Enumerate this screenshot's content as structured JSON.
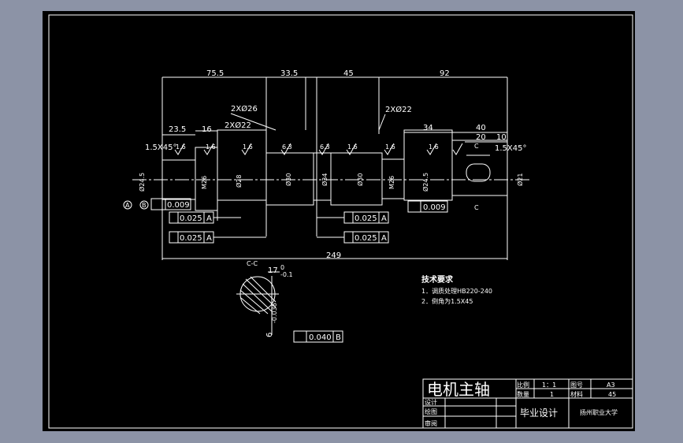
{
  "dims": {
    "d1": "75.5",
    "d2": "33.5",
    "d3": "45",
    "d4": "92",
    "d5": "23.5",
    "d6": "16",
    "d7": "34",
    "d8": "40",
    "d9": "20",
    "d10": "10",
    "total": "249",
    "sec_len": "17",
    "sec_tol_top": "0",
    "sec_tol_bot": "-0.1",
    "sec_v": "6",
    "sec_v_tol": "-0.036"
  },
  "labels": {
    "chamfer_left": "1.5X45°",
    "chamfer_right": "1.5X45°",
    "holes_26": "2XØ26",
    "holes_22a": "2XØ22",
    "holes_22b": "2XØ22",
    "dia_245a": "Ø24.5",
    "m26a": "M26",
    "dia_28": "Ø28",
    "dia_30a": "Ø30",
    "dia_34": "Ø34",
    "dia_30b": "Ø30",
    "m26b": "M26",
    "dia_245b": "Ø24.5",
    "dia_21": "Ø21",
    "r16": "1.6",
    "r63": "6.3",
    "section_name": "C-C",
    "cut_c1": "C",
    "cut_c2": "C",
    "datum_a": "A",
    "datum_b": "B"
  },
  "tolerances": {
    "t1": "0.009",
    "t2": "0.025",
    "t2_ref": "A",
    "t3": "0.025",
    "t3_ref": "A",
    "t4": "0.025",
    "t4_ref": "A",
    "t5": "0.025",
    "t5_ref": "A",
    "t6": "0.009",
    "t7": "0.040",
    "t7_ref": "B"
  },
  "notes": {
    "title": "技术要求",
    "n1": "1．调质处理HB220-240",
    "n2": "2．倒角为1.5X45"
  },
  "title_block": {
    "part_name": "电机主轴",
    "scale_label": "比例",
    "scale_val": "1：1",
    "qty_label": "数量",
    "qty_val": "1",
    "drawing_no_label": "图号",
    "drawing_no_val": "A3",
    "material_label": "材料",
    "material_val": "45",
    "design": "设计",
    "draft": "绘图",
    "review": "审阅",
    "project": "毕业设计",
    "school": "扬州职业大学"
  },
  "colors": {
    "background": "#8c93a6",
    "sheet": "#000000",
    "lines": "#ffffff"
  }
}
